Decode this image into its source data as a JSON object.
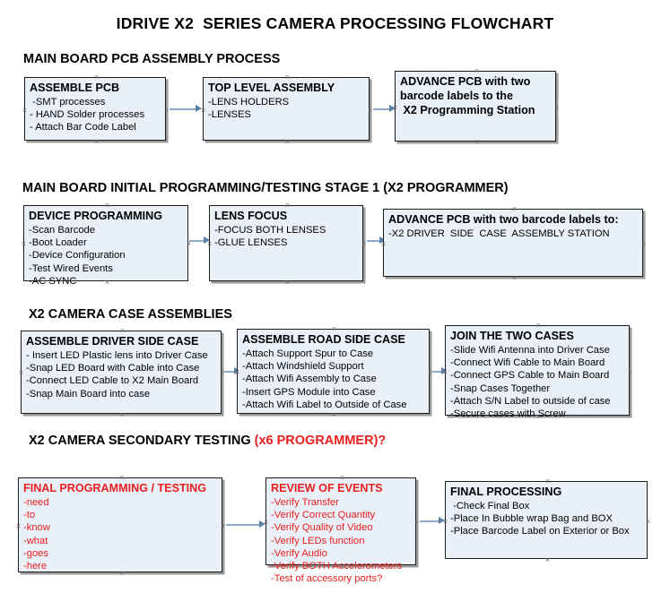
{
  "document": {
    "title": "IDRIVE X2  SERIES CAMERA PROCESSING FLOWCHART"
  },
  "colors": {
    "box_fill": "#eaf0f8",
    "box_border": "#1b1b1b",
    "box_shadow": "#9a9a9a",
    "connector": "#8ea9c4",
    "arrowhead": "#5b7fa6",
    "red_text": "#e8201f",
    "black_text": "#000000"
  },
  "sections": [
    {
      "heading": "MAIN BOARD PCB ASSEMBLY PROCESS",
      "heading_suffix": "",
      "boxes": [
        {
          "title": "ASSEMBLE PCB",
          "lines": [
            " -SMT processes",
            "- HAND Solder processes",
            "- Attach Bar Code Label"
          ]
        },
        {
          "title": "TOP LEVEL ASSEMBLY",
          "lines": [
            "-LENS HOLDERS",
            "-LENSES"
          ]
        },
        {
          "title": "ADVANCE PCB with two",
          "lines": [
            "barcode labels to the",
            " X2 Programming Station"
          ]
        }
      ]
    },
    {
      "heading": "MAIN BOARD INITIAL PROGRAMMING/TESTING STAGE 1 (X2 PROGRAMMER)",
      "heading_suffix": "",
      "boxes": [
        {
          "title": "DEVICE PROGRAMMING",
          "lines": [
            "-Scan Barcode",
            "-Boot Loader",
            "-Device Configuration",
            "-Test Wired Events",
            "-AC SYNC"
          ]
        },
        {
          "title": "LENS FOCUS",
          "lines": [
            "-FOCUS BOTH LENSES",
            "-GLUE LENSES"
          ]
        },
        {
          "title": "ADVANCE PCB with two barcode labels to:",
          "lines": [
            "-X2 DRIVER  SIDE  CASE  ASSEMBLY STATION"
          ]
        }
      ]
    },
    {
      "heading": "X2 CAMERA CASE ASSEMBLIES",
      "heading_suffix": "",
      "boxes": [
        {
          "title": "ASSEMBLE DRIVER SIDE CASE",
          "lines": [
            "- Insert LED Plastic lens into Driver Case",
            "-Snap LED Board with Cable into Case",
            "-Connect LED Cable to X2 Main Board",
            "-Snap Main Board into case"
          ]
        },
        {
          "title": "ASSEMBLE ROAD SIDE CASE",
          "lines": [
            "-Attach Support Spur to Case",
            "-Attach Windshield Support",
            "-Attach Wifi Assembly to Case",
            "-Insert GPS Module into Case",
            "-Attach Wifi Label to Outside of Case"
          ]
        },
        {
          "title": "JOIN THE TWO CASES",
          "lines": [
            "-Slide Wifi Antenna into Driver Case",
            "-Connect Wifi Cable to Main Board",
            "-Connect GPS Cable to Main Board",
            "-Snap Cases Together",
            "-Attach S/N Label to outside of case",
            "-Secure cases with Screw"
          ]
        }
      ]
    },
    {
      "heading": "X2 CAMERA SECONDARY TESTING ",
      "heading_suffix": "(x6 PROGRAMMER)?",
      "boxes": [
        {
          "title": "FINAL PROGRAMMING / TESTING",
          "lines": [
            "-need",
            "-to",
            "-know",
            "-what",
            "-goes",
            "-here"
          ]
        },
        {
          "title": "REVIEW OF EVENTS",
          "lines": [
            "-Verify Transfer",
            "-Verify Correct Quantity",
            "-Verify Quality of Video",
            "-Verify LEDs function",
            "-Verify Audio",
            "-Verify BOTH Accelerometers",
            "-Test of accessory ports?"
          ]
        },
        {
          "title": "FINAL PROCESSING",
          "lines": [
            " -Check Final Box",
            "-Place In Bubble wrap Bag and BOX",
            "-Place Barcode Label on Exterior or Box"
          ]
        }
      ]
    }
  ]
}
